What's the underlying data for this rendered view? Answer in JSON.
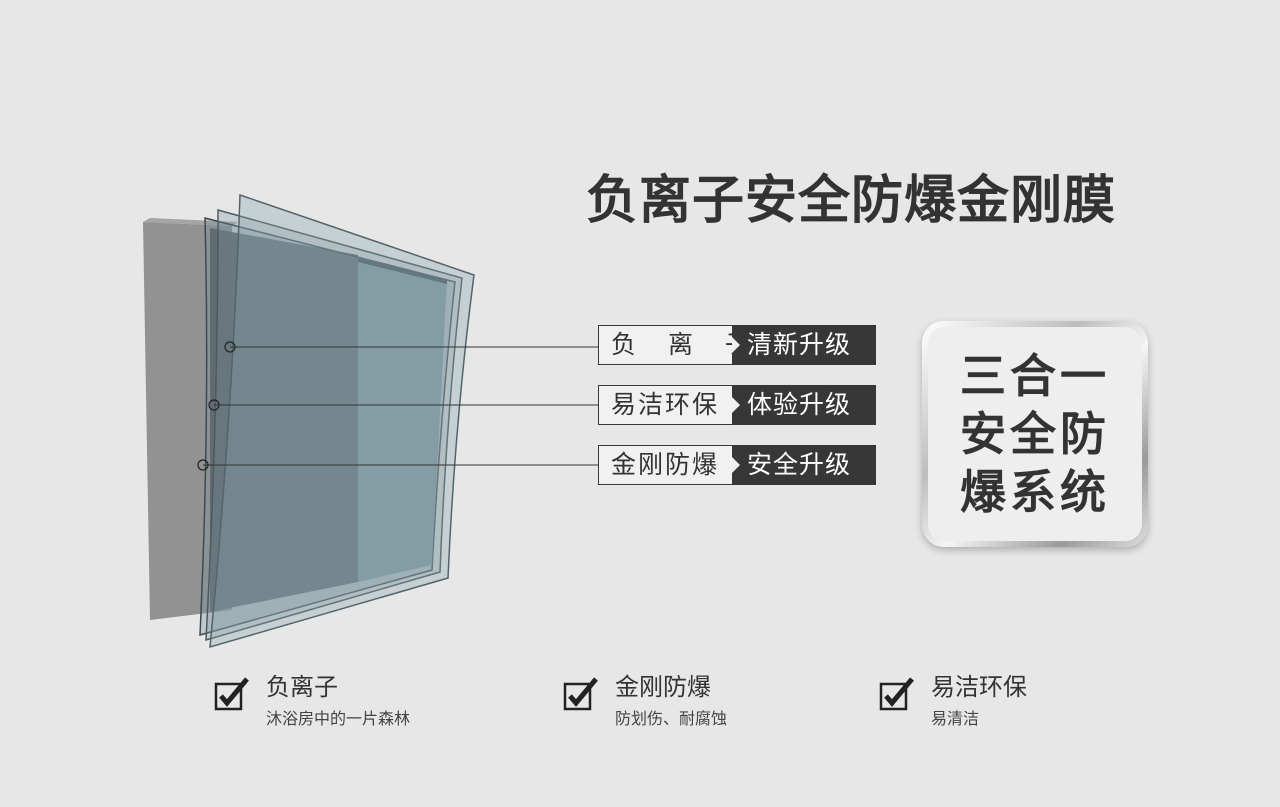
{
  "title": "负离子安全防爆金刚膜",
  "labels": [
    {
      "left": "负 离 子",
      "right": "清新升级"
    },
    {
      "left": "易洁环保",
      "right": "体验升级"
    },
    {
      "left": "金刚防爆",
      "right": "安全升级"
    }
  ],
  "badge": {
    "lines": [
      "三合一",
      "安全防",
      "爆系统"
    ]
  },
  "features": [
    {
      "title": "负离子",
      "desc": "沐浴房中的一片森林"
    },
    {
      "title": "金刚防爆",
      "desc": "防划伤、耐腐蚀"
    },
    {
      "title": "易洁环保",
      "desc": "易清洁"
    }
  ],
  "colors": {
    "background": "#e7e7e7",
    "text_dark": "#333333",
    "label_dark": "#373737",
    "glass_tint": "#7a939a"
  },
  "icons": [
    "checkbox-checked-icon"
  ]
}
